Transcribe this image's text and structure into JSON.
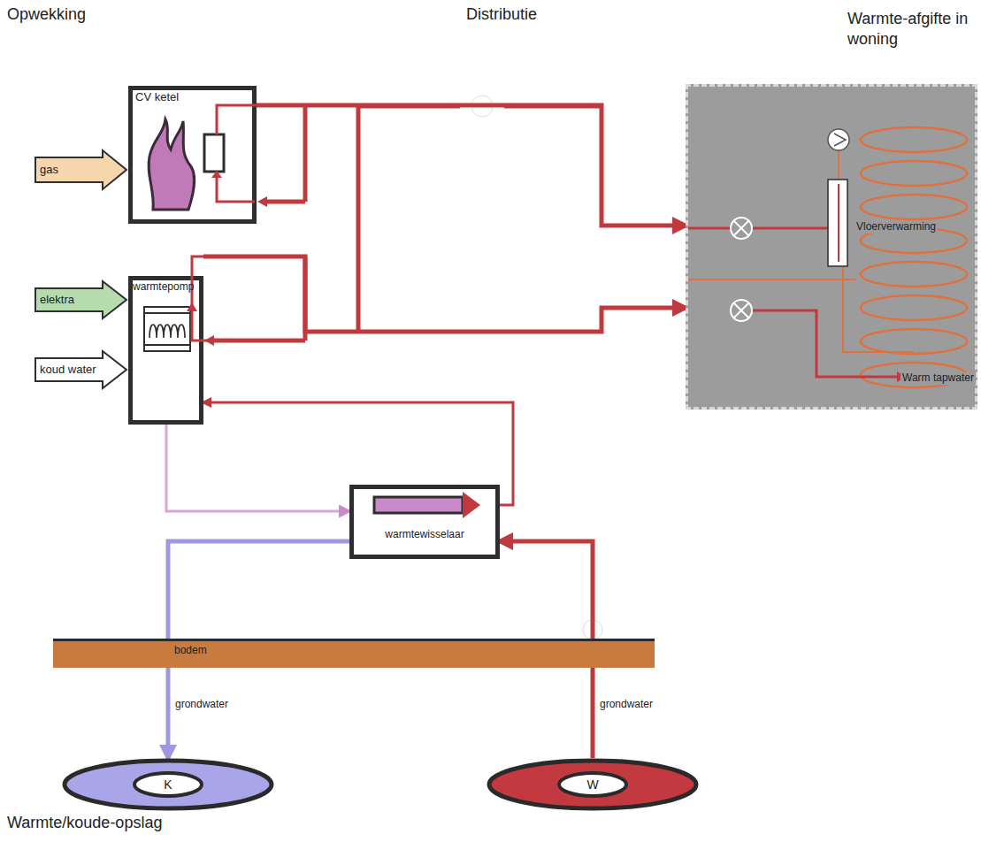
{
  "diagram": {
    "nodes": [
      {
        "text": [
          "CV ketel"
        ]
      },
      {
        "text": [
          "gas"
        ]
      },
      {
        "text": [
          "warmtepomp"
        ]
      },
      {
        "text": [
          "elektra"
        ]
      },
      {
        "text": [
          "koud water"
        ]
      },
      {
        "text": [
          "Warmte-afgifte in woning"
        ]
      },
      {
        "text": [
          "warmtewisselaar"
        ]
      },
      {
        "text": [
          "bodem"
        ]
      },
      {
        "text": [
          "K"
        ]
      },
      {
        "text": [
          "W"
        ]
      }
    ],
    "edges": [
      {
        "from": 0,
        "to": 5,
        "arrow": "to"
      },
      {
        "from": 2,
        "to": 5,
        "arrow": "to"
      },
      {
        "from": 2,
        "to": 6,
        "arrow": "to"
      },
      {
        "from": 6,
        "to": 2,
        "arrow": "to"
      },
      {
        "from": 9,
        "to": 6,
        "arrow": "to"
      },
      {
        "from": 6,
        "to": 8,
        "arrow": "to"
      }
    ],
    "labels": [
      "Opwekking",
      "Distributie",
      "Vloerverwarming",
      "Warm tapwater",
      "grondwater",
      "grondwater",
      "Warmte/koude-opslag"
    ]
  }
}
